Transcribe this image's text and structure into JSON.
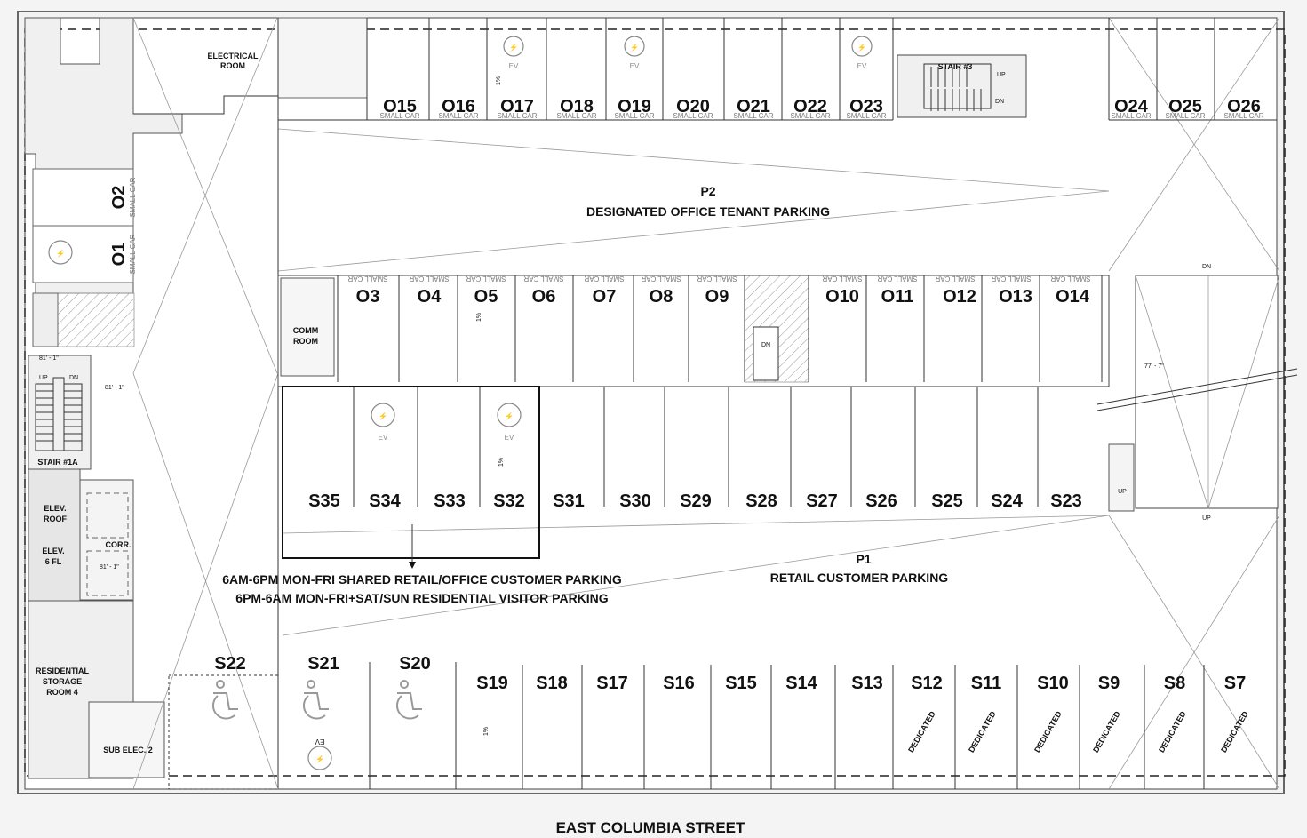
{
  "zones": {
    "p2": {
      "code": "P2",
      "name": "DESIGNATED OFFICE TENANT PARKING"
    },
    "p1": {
      "code": "P1",
      "name": "RETAIL CUSTOMER PARKING"
    },
    "shared_line1": "6AM-6PM MON-FRI SHARED RETAIL/OFFICE CUSTOMER PARKING",
    "shared_line2": "6PM-6AM MON-FRI+SAT/SUN RESIDENTIAL VISITOR PARKING"
  },
  "street": "EAST COLUMBIA STREET",
  "rooms": {
    "electrical": [
      "ELECTRICAL",
      "ROOM"
    ],
    "comm": [
      "COMM",
      "ROOM"
    ],
    "stair1a": "STAIR #1A",
    "stair3": "STAIR #3",
    "elev_roof": [
      "ELEV.",
      "ROOF"
    ],
    "elev_6fl": [
      "ELEV.",
      "6 FL"
    ],
    "corr": "CORR.",
    "res_storage": [
      "RESIDENTIAL",
      "STORAGE",
      "ROOM 4"
    ],
    "sub_elec": "SUB ELEC. 2"
  },
  "dimensions": {
    "d1": "81' - 1\"",
    "d2": "81' - 1\"",
    "d3": "81' - 1\"",
    "d4": "77' - 7\""
  },
  "misc": {
    "up": "UP",
    "dn": "DN",
    "slope": "1%",
    "ev": "EV",
    "small_car": "SMALL CAR",
    "dedicated": "DEDICATED"
  },
  "office_top": [
    "O15",
    "O16",
    "O17",
    "O18",
    "O19",
    "O20",
    "O21",
    "O22",
    "O23"
  ],
  "office_top_right": [
    "O24",
    "O25",
    "O26"
  ],
  "office_left": [
    "O2",
    "O1"
  ],
  "office_mid": [
    "O3",
    "O4",
    "O5",
    "O6",
    "O7",
    "O8",
    "O9"
  ],
  "office_mid_right": [
    "O10",
    "O11",
    "O12",
    "O13",
    "O14"
  ],
  "shared_row": [
    "S35",
    "S34",
    "S33",
    "S32",
    "S31",
    "S30",
    "S29",
    "S28",
    "S27",
    "S26",
    "S25",
    "S24",
    "S23"
  ],
  "accessible_row": [
    "S22",
    "S21",
    "S20"
  ],
  "bottom_row": [
    "S19",
    "S18",
    "S17",
    "S16",
    "S15",
    "S14",
    "S13",
    "S12",
    "S11",
    "S10",
    "S9",
    "S8",
    "S7"
  ]
}
